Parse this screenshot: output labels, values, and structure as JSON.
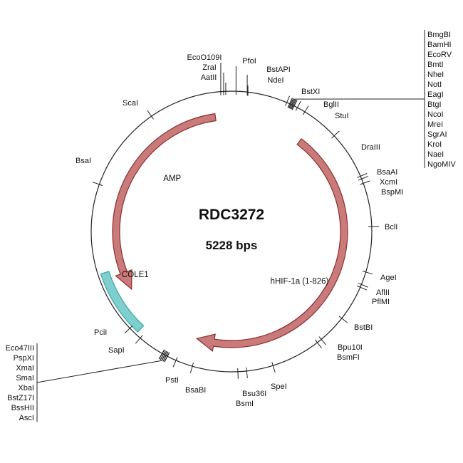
{
  "plasmid": {
    "name": "RDC3272",
    "size_label": "5228 bps"
  },
  "colors": {
    "backbone": "#222222",
    "amp": "#c97a7a",
    "amp_stroke": "#8f2e2e",
    "hif": "#c97a7a",
    "hif_stroke": "#8f2e2e",
    "cole1": "#7fcfcf",
    "cole1_stroke": "#3aa5a5"
  },
  "features": [
    {
      "id": "amp",
      "label": "AMP",
      "start_deg": 352,
      "end_deg": 240,
      "arrow": "end"
    },
    {
      "id": "hif",
      "label": "hHIF-1a (1-826)",
      "start_deg": 37,
      "end_deg": 198,
      "arrow": "end"
    },
    {
      "id": "cole1",
      "label": "COLE1",
      "start_deg": 252,
      "end_deg": 223,
      "arrow": "none"
    }
  ],
  "sites": [
    {
      "label": "EcoO109I",
      "angle": 355.5
    },
    {
      "label": "ZraI",
      "angle": 356.7
    },
    {
      "label": "AatII",
      "angle": 357.6
    },
    {
      "label": "PfoI",
      "angle": 1.9
    },
    {
      "label": "BstAPI",
      "angle": 6.6
    },
    {
      "label": "NdeI",
      "angle": 6.9
    },
    {
      "label": "BstXI",
      "angle": 23.2
    },
    {
      "label": "BglII",
      "angle": 28.0
    },
    {
      "label": "StuI",
      "angle": 31.5
    },
    {
      "label": "DraIII",
      "angle": 47.0
    },
    {
      "label": "BsaAI",
      "angle": 66.8
    },
    {
      "label": "XcmI",
      "angle": 68.0
    },
    {
      "label": "BspMI",
      "angle": 69.9
    },
    {
      "label": "BclI",
      "angle": 88.0
    },
    {
      "label": "AgeI",
      "angle": 106.8
    },
    {
      "label": "AflII",
      "angle": 112.2
    },
    {
      "label": "PflMI",
      "angle": 113.4
    },
    {
      "label": "BstBI",
      "angle": 128.2
    },
    {
      "label": "Bpu10I",
      "angle": 140.2
    },
    {
      "label": "BsmFI",
      "angle": 142.3
    },
    {
      "label": "SpeI",
      "angle": 162.8
    },
    {
      "label": "Bsu36I",
      "angle": 173.8
    },
    {
      "label": "BsmI",
      "angle": 177.4
    },
    {
      "label": "BsaBI",
      "angle": 196.2
    },
    {
      "label": "PstI",
      "angle": 203.3
    },
    {
      "label": "SapI",
      "angle": 220.6
    },
    {
      "label": "PciI",
      "angle": 226.4
    },
    {
      "label": "BsaI",
      "angle": 289.6
    },
    {
      "label": "ScaI",
      "angle": 325.2
    }
  ],
  "cluster_right": {
    "labels": [
      "BmgBI",
      "BamHI",
      "EcoRV",
      "BmtI",
      "NheI",
      "NotI",
      "EagI",
      "BtgI",
      "NcoI",
      "MreI",
      "SgrAI",
      "KroI",
      "NaeI",
      "NgoMIV"
    ],
    "angles": [
      24.5,
      25.0,
      25.5,
      26.0,
      26.5
    ]
  },
  "cluster_left": {
    "labels": [
      "Eco47III",
      "PspXI",
      "XmaI",
      "SmaI",
      "XbaI",
      "BstZ17I",
      "BssHII",
      "AscI"
    ],
    "angles": [
      207.2,
      207.8,
      208.4,
      209.0,
      209.6
    ]
  }
}
